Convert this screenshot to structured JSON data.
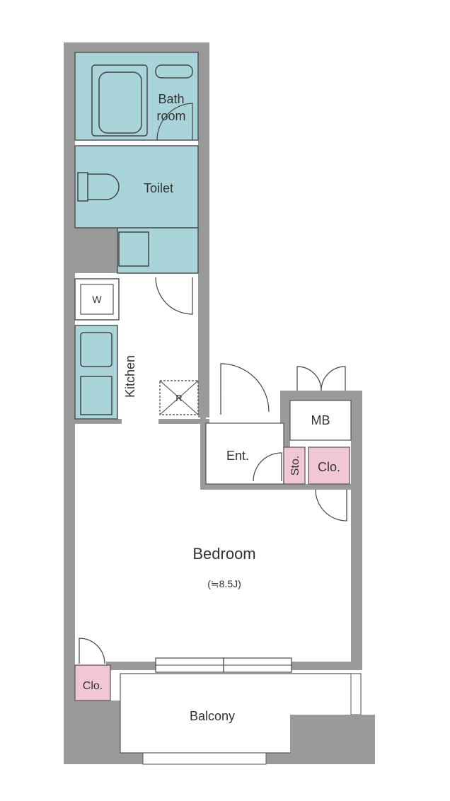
{
  "colors": {
    "wall": "#9a9a9a",
    "wet_area": "#a9d4d9",
    "closet": "#f2c7d5",
    "floor": "#ffffff",
    "line": "#555555"
  },
  "rooms": {
    "bathroom_line1": "Bath",
    "bathroom_line2": "room",
    "toilet": "Toilet",
    "washer": "W",
    "kitchen": "Kitchen",
    "fridge": "R",
    "entrance": "Ent.",
    "storage": "Sto.",
    "closet_entry": "Clo.",
    "closet_bedroom": "Clo.",
    "meter_box": "MB",
    "bedroom": "Bedroom",
    "bedroom_size": "(≒8.5J)",
    "balcony": "Balcony"
  },
  "icons": {
    "bathtub": "bathtub-icon",
    "washbasin": "washbasin-icon",
    "toilet": "toilet-icon",
    "sink": "sink-icon",
    "stove": "stove-icon",
    "door_swing": "door-swing-icon"
  }
}
